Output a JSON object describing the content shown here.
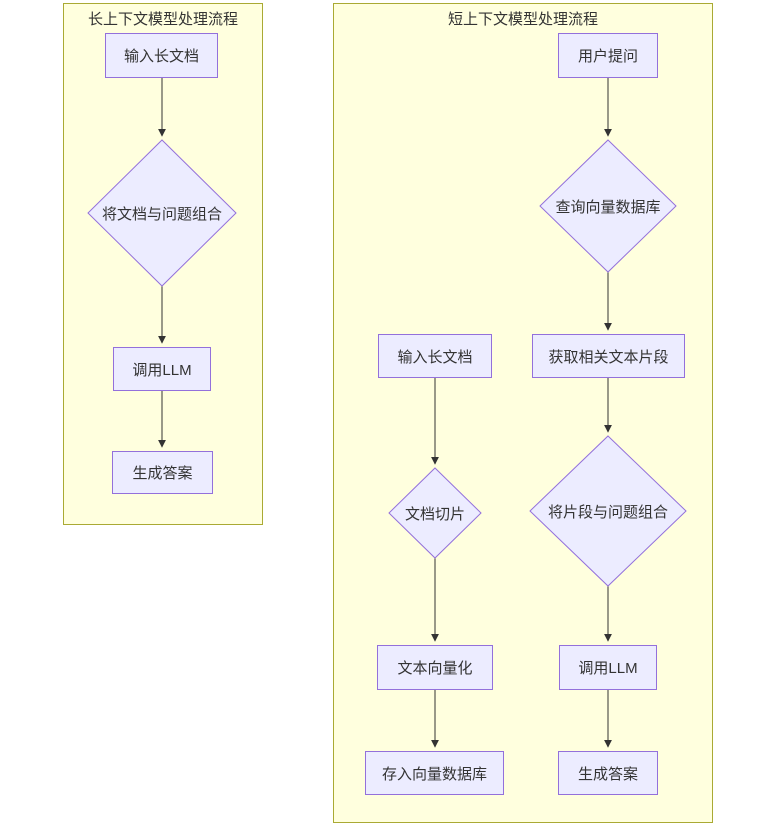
{
  "diagram": {
    "long_flow": {
      "title": "长上下文模型处理流程",
      "input_doc": "输入长文档",
      "combine": "将文档与问题组合",
      "call_llm": "调用LLM",
      "answer": "生成答案"
    },
    "short_flow": {
      "title": "短上下文模型处理流程",
      "user_question": "用户提问",
      "query_vdb": "查询向量数据库",
      "get_fragments": "获取相关文本片段",
      "combine_fragments": "将片段与问题组合",
      "call_llm": "调用LLM",
      "answer": "生成答案",
      "input_doc": "输入长文档",
      "slice_doc": "文档切片",
      "vectorize": "文本向量化",
      "store_vdb": "存入向量数据库"
    },
    "colors": {
      "subgraph_fill": "#ffffde",
      "subgraph_border": "#aaaa33",
      "node_fill": "#ececff",
      "node_border": "#9370db",
      "edge": "#333333",
      "text": "#333333",
      "page_background": "#ffffff"
    }
  }
}
